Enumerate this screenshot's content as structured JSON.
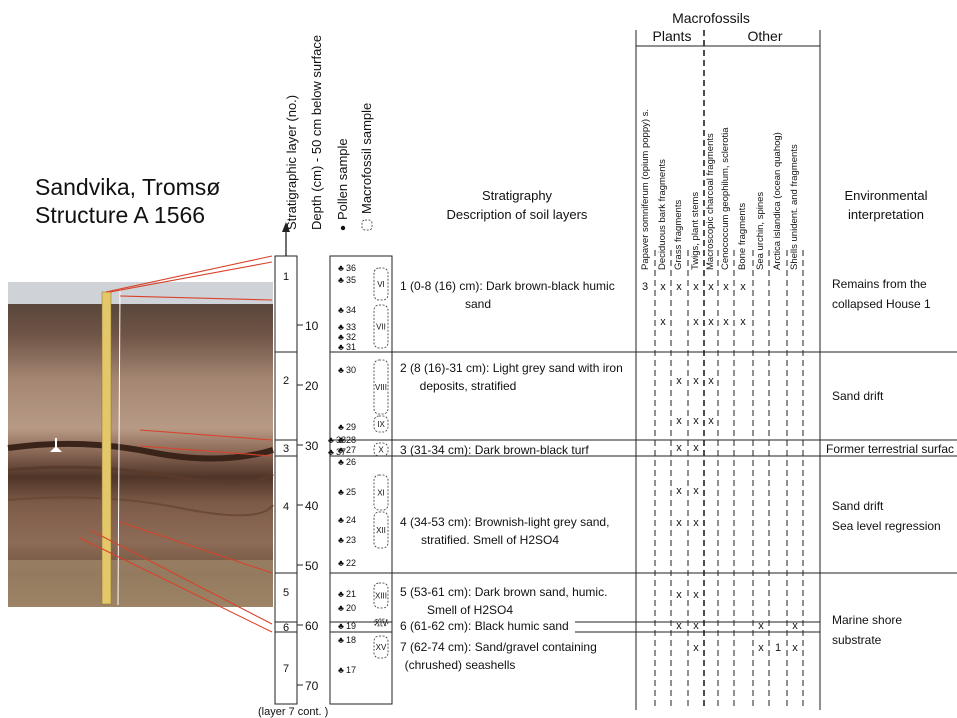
{
  "site_title": [
    "Sandvika, Tromsø",
    "Structure A 1566"
  ],
  "column_headers": {
    "strat_layer": "Stratigraphic layer  (no.)",
    "depth": "Depth (cm) - 50 cm below surface",
    "pollen": "Pollen sample",
    "macro": "Macrofossil  sample",
    "stratigraphy": "Stratigraphy",
    "description": "Description of soil layers",
    "env": [
      "Environmental",
      "interpretation"
    ]
  },
  "macro_header": {
    "title": "Macrofossils",
    "plants": "Plants",
    "other": "Other"
  },
  "macro_columns": [
    "Papaver somniferum (opium poppy) s.",
    "Deciduous bark fragments",
    "Grass fragments",
    "Twigs, plant stems",
    "Macroscopic charcoal fragments",
    "Cenococcum geophilum, sclerotia",
    "Bone fragments",
    "Sea urchin, spines",
    "Arctica islandica (ocean quahog)",
    "Shells unident. and  fragments"
  ],
  "layer_numbers": [
    "1",
    "2",
    "3",
    "4",
    "5",
    "6",
    "7"
  ],
  "depth_ticks": [
    "10",
    "20",
    "30",
    "40",
    "50",
    "60",
    "70"
  ],
  "footer_note": "(layer 7 cont. )",
  "sample_numbers": [
    "36",
    "35",
    "34",
    "33",
    "32",
    "31",
    "30",
    "29",
    "28",
    "27",
    "26",
    "25",
    "24",
    "23",
    "22",
    "21",
    "20",
    "19",
    "18",
    "17",
    "38",
    "37"
  ],
  "macro_sample_labels": [
    "VI",
    "VII",
    "VIII",
    "IX",
    "X",
    "XI",
    "XII",
    "XIII",
    "XIV",
    "XV"
  ],
  "descriptions": [
    [
      "1 (0-8 (16) cm): Dark brown-black humic",
      "sand"
    ],
    [
      "2 (8 (16)-31 cm): Light grey sand with iron",
      "deposits, stratified"
    ],
    [
      "3 (31-34 cm): Dark brown-black turf"
    ],
    [
      "4 (34-53 cm): Brownish-light grey sand,",
      "stratified. Smell of H2SO4"
    ],
    [
      "5 (53-61 cm): Dark brown sand, humic.",
      "Smell of H2SO4"
    ],
    [
      "6 (61-62 cm): Black humic sand"
    ],
    [
      "7 (62-74 cm): Sand/gravel containing",
      "(chrushed) seashells"
    ]
  ],
  "macro_values": {
    "three": "3",
    "one": "1",
    "mark": "x"
  },
  "interpretations": [
    [
      "Remains from the",
      "collapsed House 1"
    ],
    [
      "Sand drift"
    ],
    [
      "Former terrestrial surfac"
    ],
    [
      "Sand drift",
      "Sea level regression"
    ],
    [
      "Marine shore",
      "substrate"
    ]
  ]
}
